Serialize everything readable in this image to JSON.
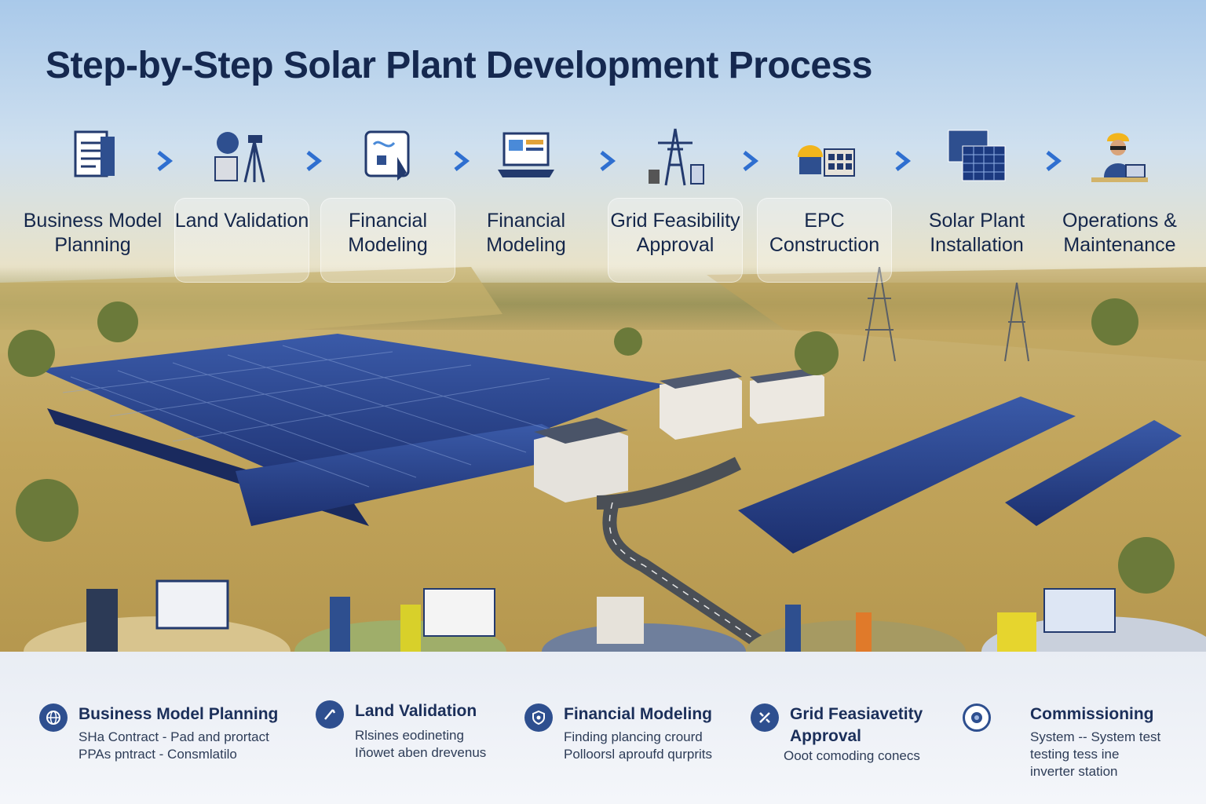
{
  "title": "Step-by-Step Solar Plant Development Process",
  "steps": [
    {
      "label": "Business Model Planning",
      "icon": "document-icon"
    },
    {
      "label": "Land Validation",
      "icon": "survey-tripod-icon"
    },
    {
      "label": "Financial Modeling",
      "icon": "tablet-touch-icon"
    },
    {
      "label": "Financial Modeling",
      "icon": "laptop-icon"
    },
    {
      "label": "Grid Feasibility Approval",
      "icon": "transmission-tower-icon"
    },
    {
      "label": "EPC Construction",
      "icon": "hardhat-building-icon"
    },
    {
      "label": "Solar Plant Installation",
      "icon": "solar-panel-icon"
    },
    {
      "label": "Operations & Maintenance",
      "icon": "technician-laptop-icon"
    }
  ],
  "cards": [
    {
      "title": "Business Model Planning",
      "lines": [
        "SHa Contract - Pad and prortact",
        "PPAs pntract - Consmlatilo"
      ],
      "icon": "globe-icon"
    },
    {
      "title": "Land Validation",
      "lines": [
        "Rlsines eodineting",
        "Iňowet aben drevenus"
      ],
      "icon": "compass-icon"
    },
    {
      "title": "Financial Modeling",
      "lines": [
        "Finding plancing crourd",
        "Polloorsl aproufd qurprits"
      ],
      "icon": "shield-icon"
    },
    {
      "title": "Grid Feasiavetity Approval",
      "lines": [
        "Ooot comoding conecs"
      ],
      "icon": "tools-icon"
    },
    {
      "title": "Commissioning",
      "lines": [
        "System -- System test",
        "testing tess ine",
        "inverter station"
      ],
      "icon": "gauge-icon"
    }
  ],
  "colors": {
    "accent": "#2e4f8f",
    "title": "#15284f",
    "panel": "#3d5a9e"
  }
}
